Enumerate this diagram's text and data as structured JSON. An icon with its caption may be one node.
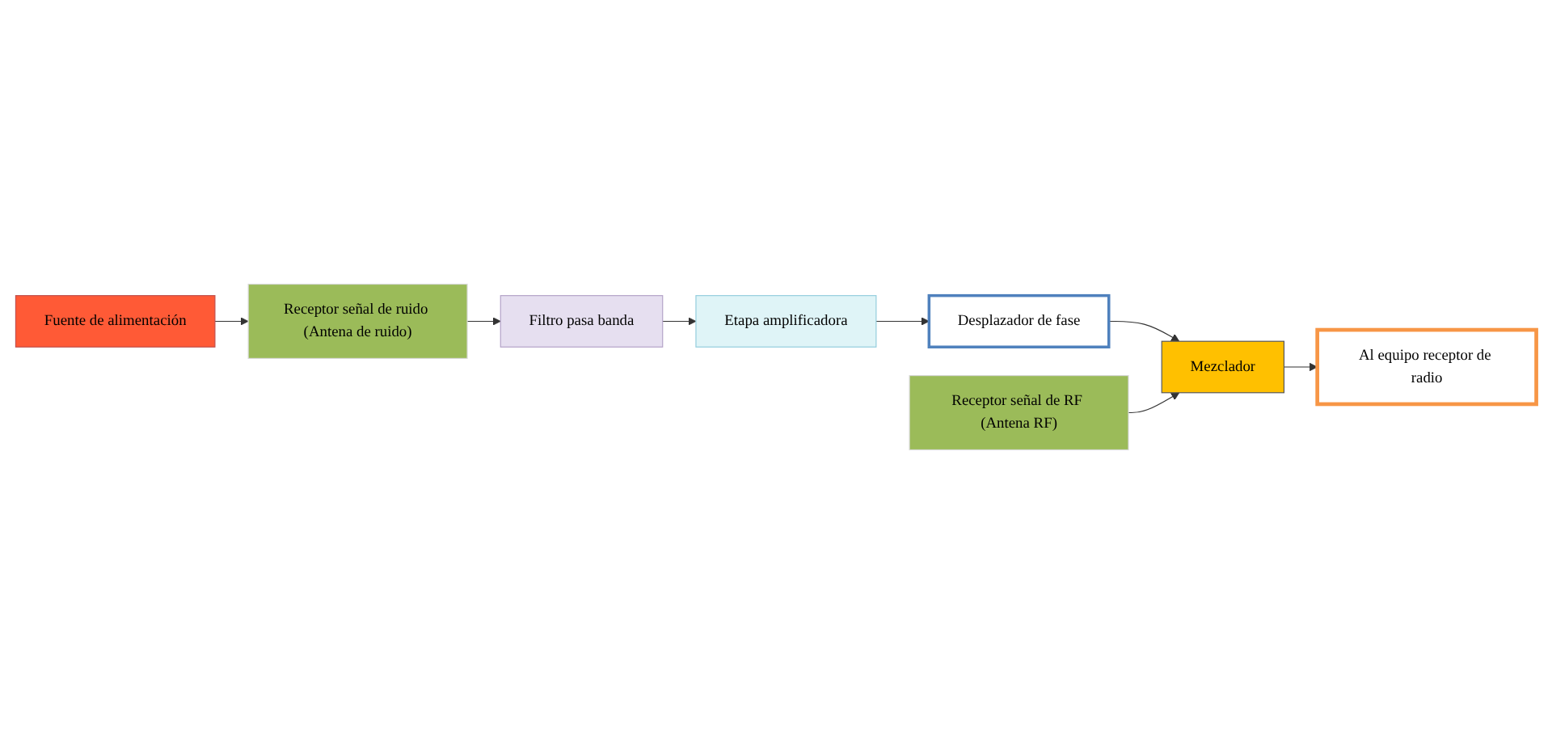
{
  "diagram": {
    "nodes": [
      {
        "text": [
          "Fuente de alimentación"
        ]
      },
      {
        "text": [
          "Receptor señal de ruido (Antena de ruido)"
        ]
      },
      {
        "text": [
          "Filtro pasa banda"
        ]
      },
      {
        "text": [
          "Receptor señal de RF (Antena RF)"
        ]
      },
      {
        "text": [
          "Desplazador de fase"
        ]
      },
      {
        "text": [
          "Etapa amplificadora"
        ]
      },
      {
        "text": [
          "Mezclador"
        ]
      },
      {
        "text": [
          "Al equipo receptor de radio"
        ]
      }
    ],
    "edges": [
      {
        "from": 0,
        "to": 1,
        "arrow": "to"
      },
      {
        "from": 1,
        "to": 2,
        "arrow": "to"
      },
      {
        "from": 2,
        "to": 5,
        "arrow": "to"
      },
      {
        "from": 5,
        "to": 4,
        "arrow": "to"
      },
      {
        "from": 4,
        "to": 6,
        "arrow": "to"
      },
      {
        "from": 3,
        "to": 6,
        "arrow": "to"
      },
      {
        "from": 6,
        "to": 7,
        "arrow": "to"
      }
    ]
  }
}
